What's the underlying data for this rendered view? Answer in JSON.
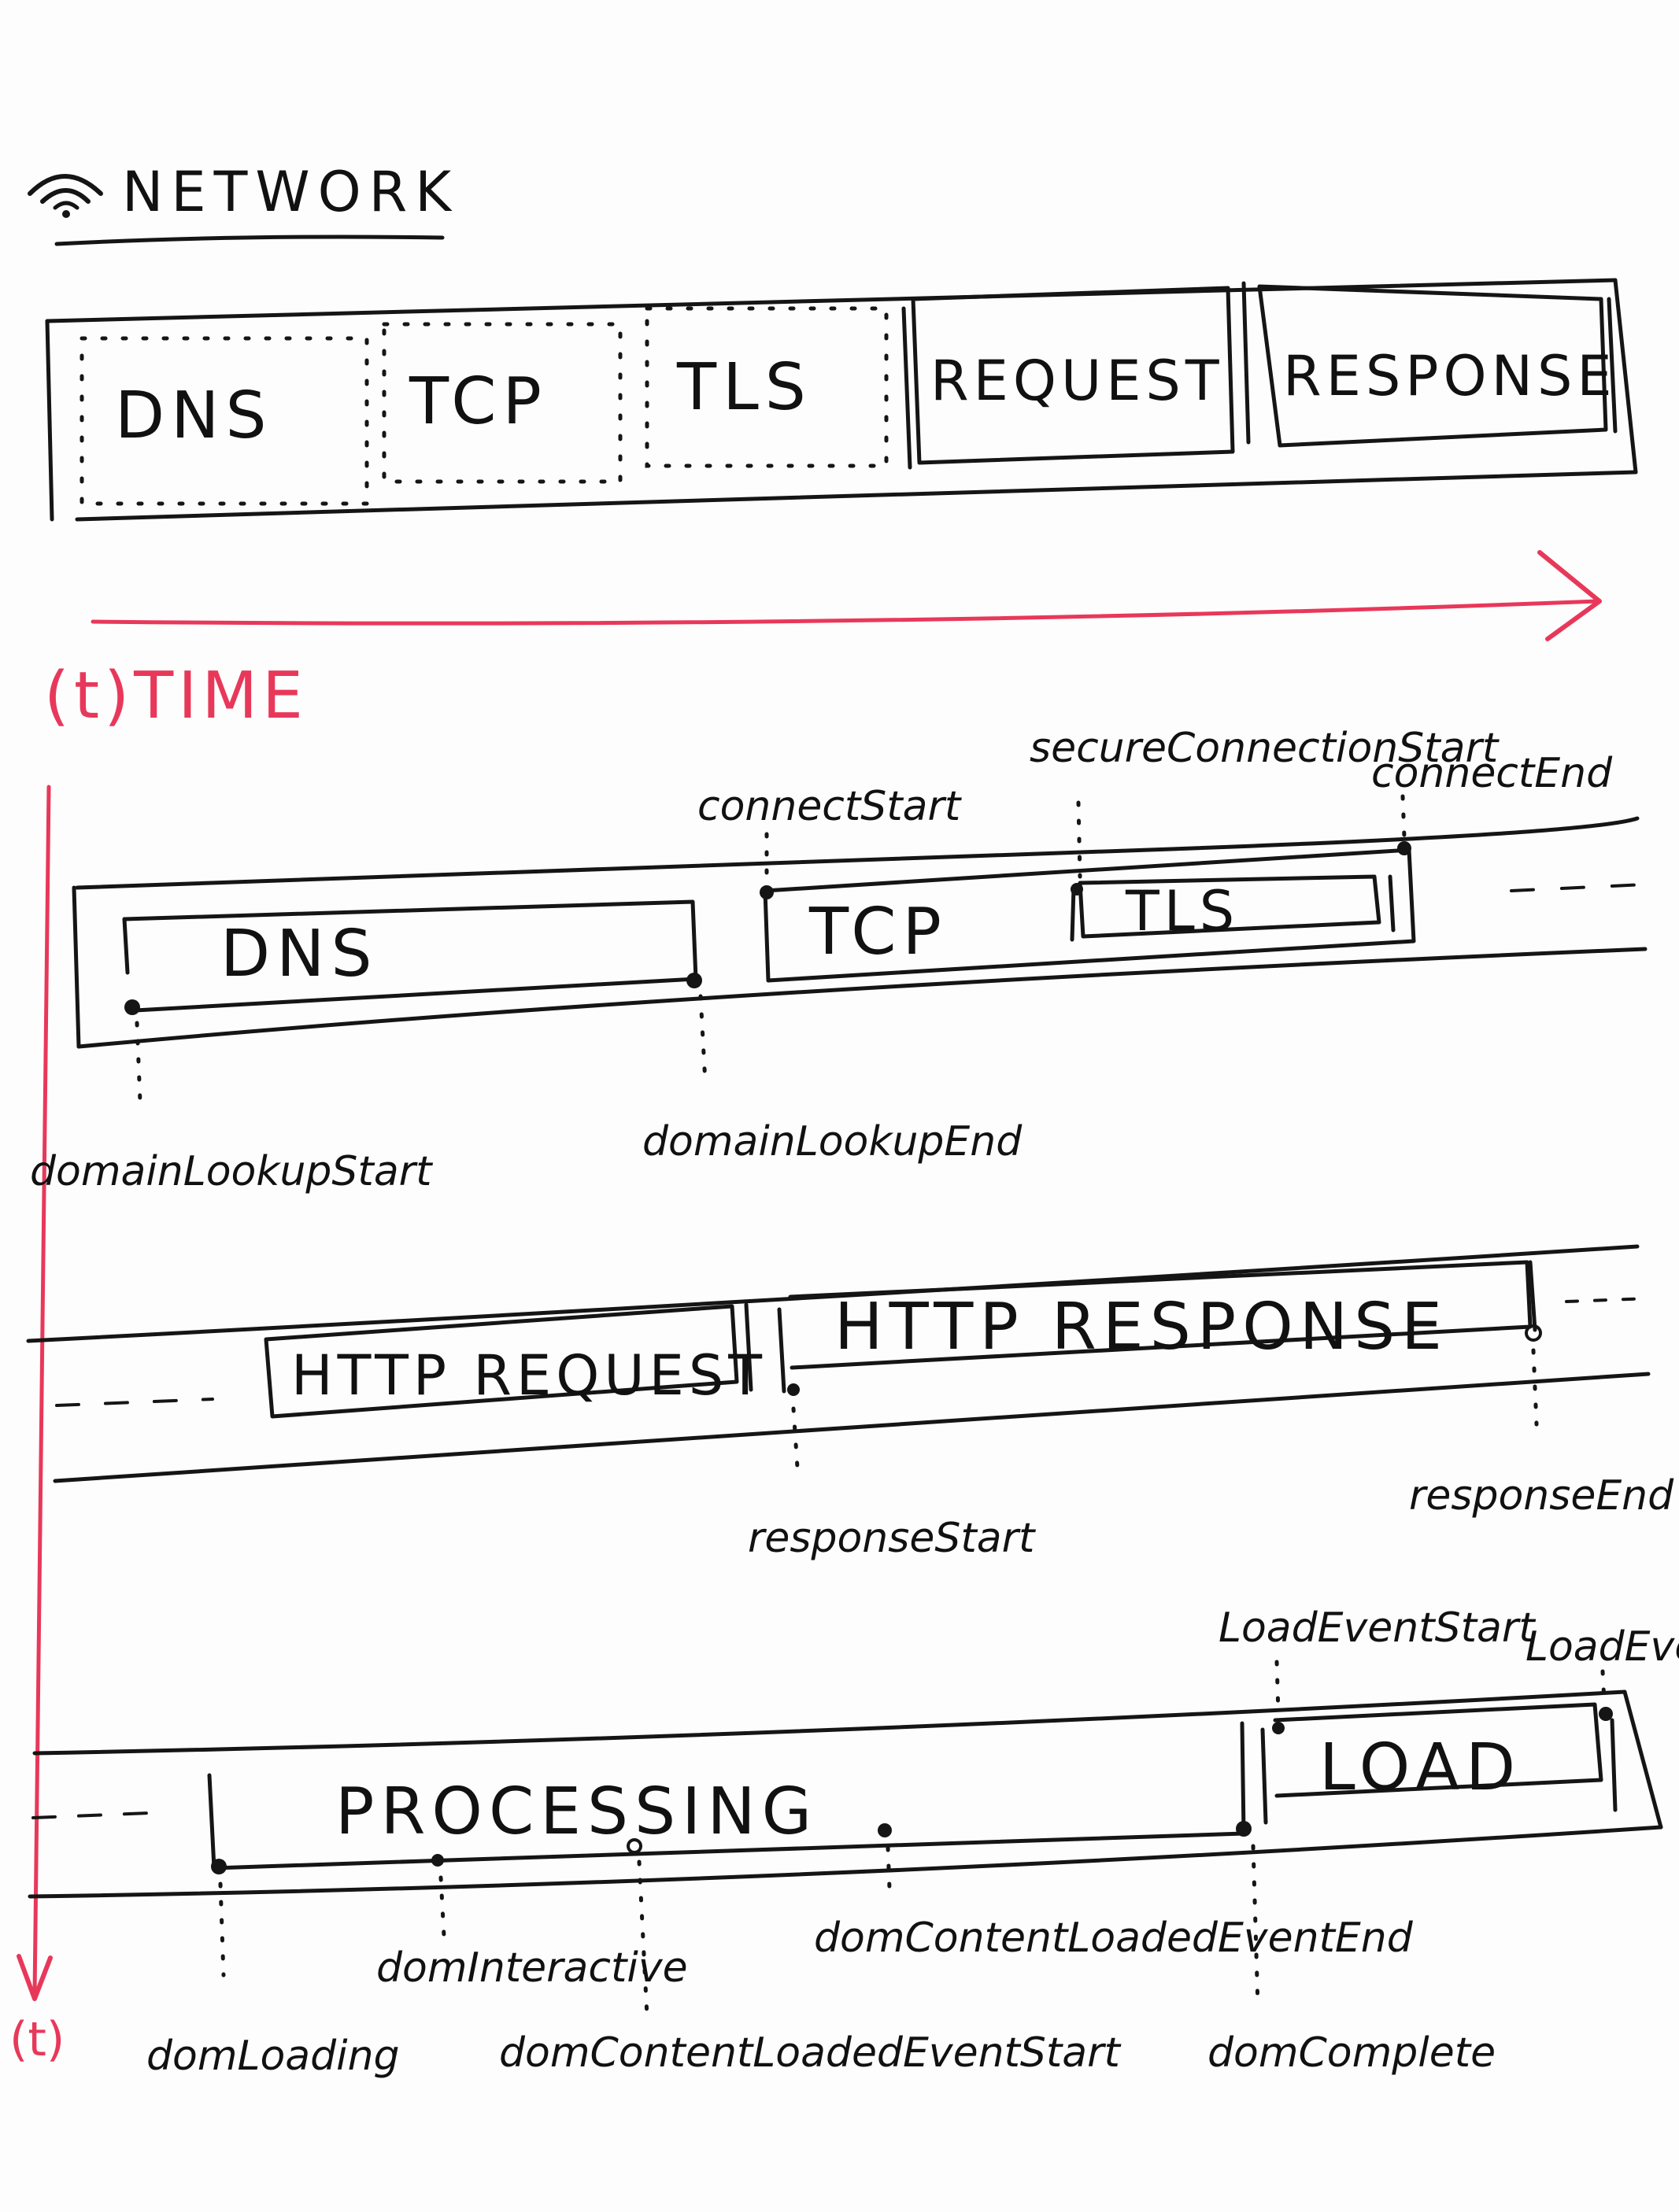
{
  "header": {
    "title": "NETWORK",
    "icon": "wifi-icon"
  },
  "overview": {
    "labels": [
      "DNS",
      "TCP",
      "TLS",
      "REQUEST",
      "RESPONSE"
    ]
  },
  "time": {
    "label": "(t)TIME",
    "end_label": "(t)"
  },
  "row1": {
    "boxes": {
      "dns": "DNS",
      "tcp": "TCP",
      "tls": "TLS"
    },
    "events": {
      "connect_start": "connectStart",
      "secure_connection_start": "secureConnectionStart",
      "connect_end": "connectEnd",
      "domain_lookup_start": "domainLookupStart",
      "domain_lookup_end": "domainLookupEnd"
    }
  },
  "row2": {
    "boxes": {
      "request": "HTTP REQUEST",
      "response": "HTTP RESPONSE"
    },
    "events": {
      "response_start": "responseStart",
      "response_end": "responseEnd"
    }
  },
  "row3": {
    "boxes": {
      "processing": "PROCESSING",
      "load": "LOAD"
    },
    "events": {
      "load_event_start": "LoadEventStart",
      "load_event_end": "LoadEventE",
      "dom_loading": "domLoading",
      "dom_interactive": "domInteractive",
      "dom_content_loaded_event_start": "domContentLoadedEventStart",
      "dom_content_loaded_event_end": "domContentLoadedEventEnd",
      "dom_complete": "domComplete"
    }
  },
  "colors": {
    "ink": "#151515",
    "accent_red": "#e8385a",
    "paper": "#fdfdfd"
  }
}
